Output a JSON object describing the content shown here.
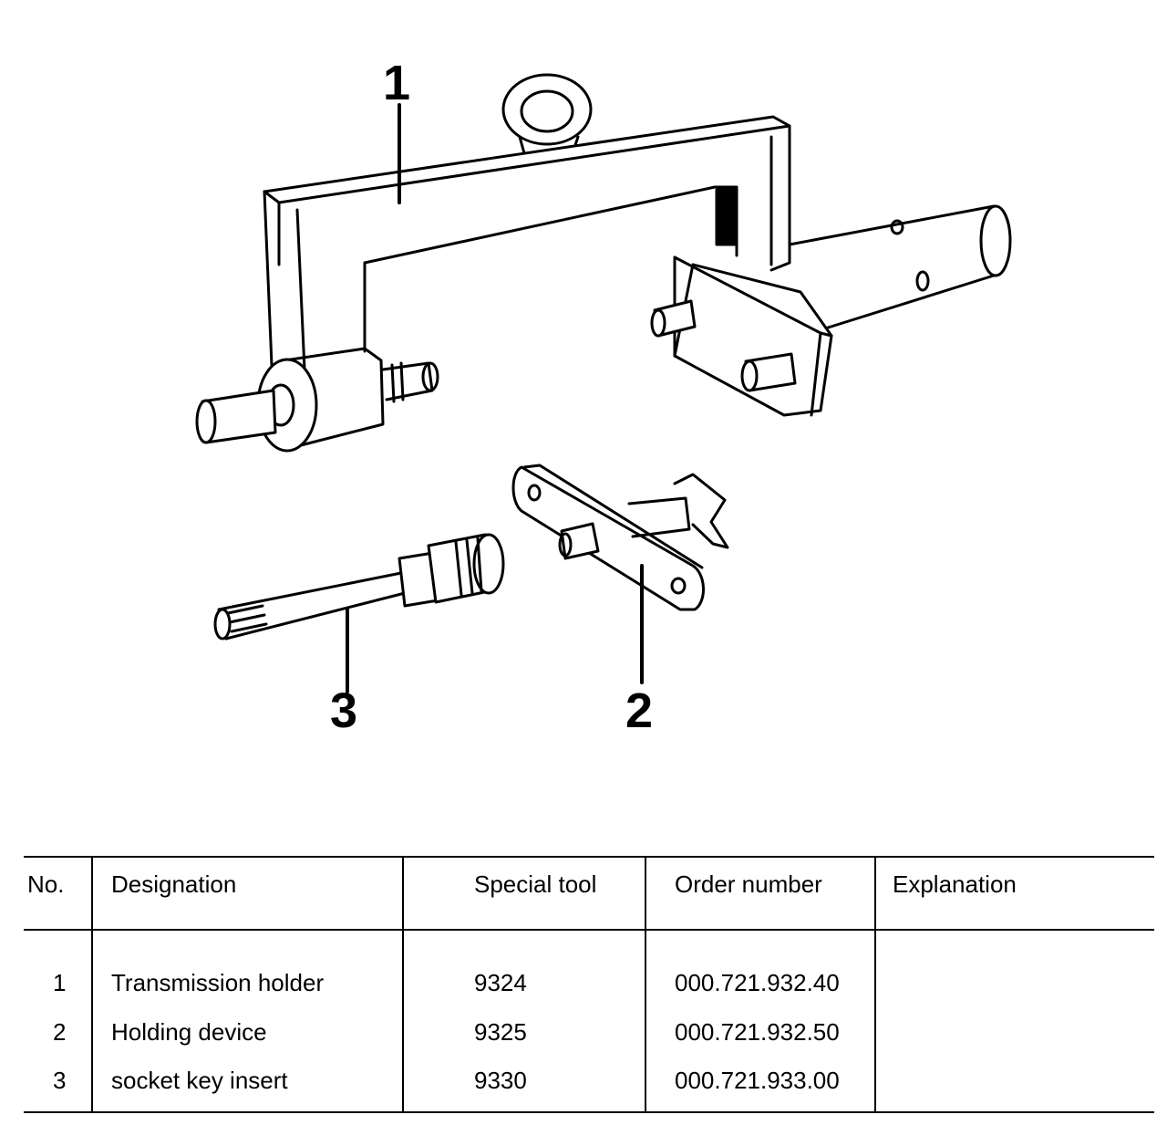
{
  "figure": {
    "callouts": [
      {
        "label": "1"
      },
      {
        "label": "2"
      },
      {
        "label": "3"
      }
    ]
  },
  "table": {
    "headers": {
      "no": "No.",
      "designation": "Designation",
      "special_tool": "Special tool",
      "order_number": "Order number",
      "explanation": "Explanation"
    },
    "rows": [
      {
        "no": "1",
        "designation": "Transmission holder",
        "special_tool": "9324",
        "order_number": "000.721.932.40",
        "explanation": ""
      },
      {
        "no": "2",
        "designation": "Holding device",
        "special_tool": "9325",
        "order_number": "000.721.932.50",
        "explanation": ""
      },
      {
        "no": "3",
        "designation": "socket key insert",
        "special_tool": "9330",
        "order_number": "000.721.933.00",
        "explanation": ""
      }
    ]
  }
}
